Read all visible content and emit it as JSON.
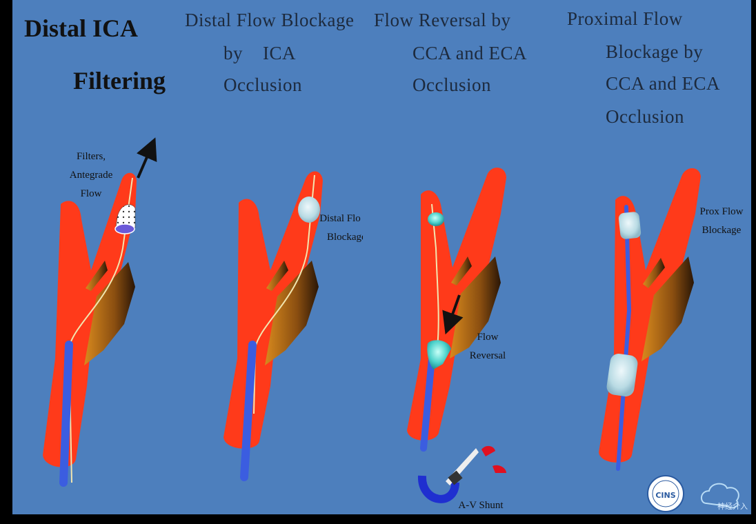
{
  "panels": [
    {
      "title_line1": "Distal ICA",
      "title_line2": "Filtering",
      "label_line1": "Filters,",
      "label_line2": "Antegrade",
      "label_line3": "Flow"
    },
    {
      "title_line1": "Distal Flow Blockage",
      "title_line2": "by    ICA",
      "title_line3": "Occlusion",
      "label_line1": "Distal Flo",
      "label_line2": "Blockage"
    },
    {
      "title_line1": "Flow Reversal by",
      "title_line2": "CCA and ECA",
      "title_line3": "Occlusion",
      "label_line1": "Flow",
      "label_line2": "Reversal",
      "shunt_label": "A-V Shunt"
    },
    {
      "title_line1": "Proximal Flow",
      "title_line2": "Blockage by",
      "title_line3": "CCA and ECA",
      "title_line4": "Occlusion",
      "label_line1": "Prox Flow",
      "label_line2": "Blockage"
    }
  ],
  "watermark": {
    "seal_text": "CINS",
    "logo_text": "神经介入"
  },
  "colors": {
    "background": "#4d7fbd",
    "artery": "#ff3a1a",
    "catheter": "#3b5de0",
    "plaque": "#c77a1c",
    "balloon": "#bfe0e8"
  }
}
